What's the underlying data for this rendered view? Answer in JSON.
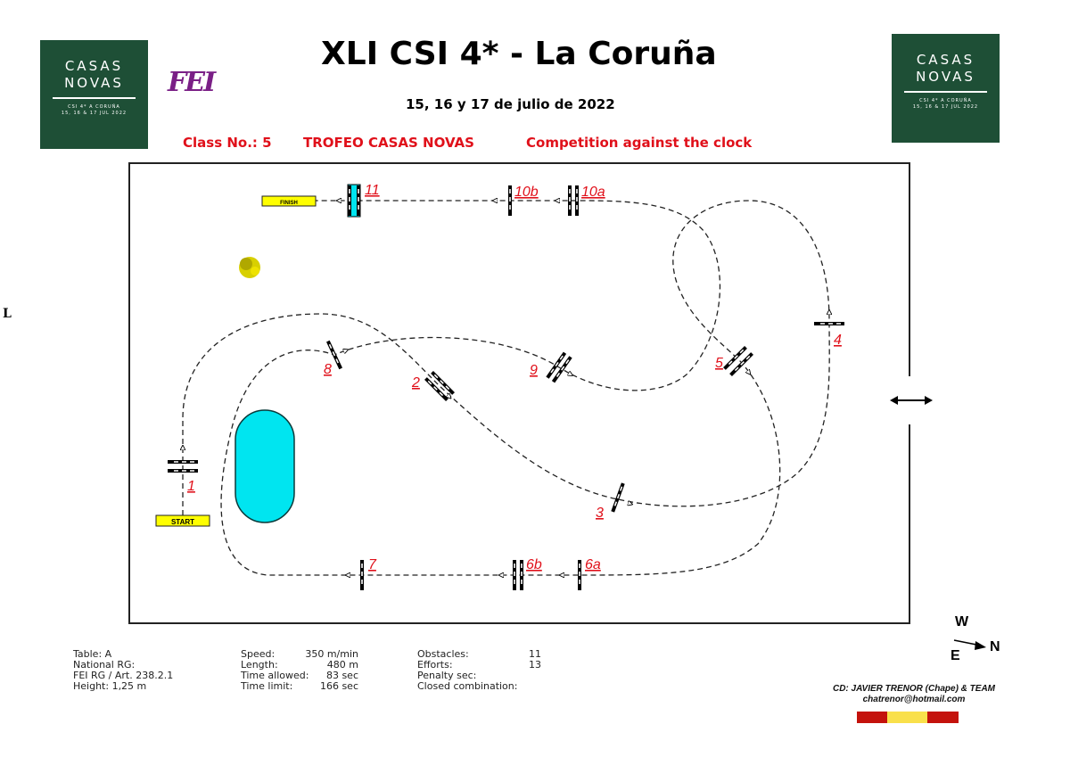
{
  "header": {
    "title": "XLI CSI 4* - La Coruña",
    "date": "15, 16 y 17 de julio de 2022",
    "class_no": "Class No.: 5",
    "class_name": "TROFEO CASAS NOVAS",
    "competition": "Competition against the clock"
  },
  "logos": {
    "casas_line1": "CASAS",
    "casas_line2": "NOVAS",
    "casas_small1": "CSI 4*   A CORUÑA",
    "casas_small2": "15, 16 & 17 JUL 2022",
    "fei": "FEI"
  },
  "side_letter": "L",
  "course": {
    "start_label": "START",
    "finish_label": "FINISH",
    "fences": [
      "1",
      "2",
      "3",
      "4",
      "5",
      "6a",
      "6b",
      "7",
      "8",
      "9",
      "10a",
      "10b",
      "11"
    ]
  },
  "info": {
    "col1": [
      "Table: A",
      "National RG:",
      "FEI RG / Art. 238.2.1",
      "Height: 1,25 m"
    ],
    "col2": [
      {
        "k": "Speed:",
        "v": "350 m/min"
      },
      {
        "k": "Length:",
        "v": "480 m"
      },
      {
        "k": "Time allowed:",
        "v": "83 sec"
      },
      {
        "k": "Time limit:",
        "v": "166 sec"
      }
    ],
    "col3": [
      {
        "k": "Obstacles:",
        "v": "11"
      },
      {
        "k": "Efforts:",
        "v": "13"
      },
      {
        "k": "Penalty sec:",
        "v": ""
      },
      {
        "k": "Closed combination:",
        "v": ""
      }
    ]
  },
  "compass": {
    "w": "W",
    "e": "E",
    "n": "N"
  },
  "designer": {
    "name": "CD: JAVIER TRENOR (Chape) & TEAM",
    "email": "chatrenor@hotmail.com"
  },
  "colors": {
    "green": "#1e4f36",
    "red": "#e0101a",
    "water": "#00e5f0",
    "flag_red": "#c4120c",
    "flag_yellow": "#f9e04b"
  }
}
